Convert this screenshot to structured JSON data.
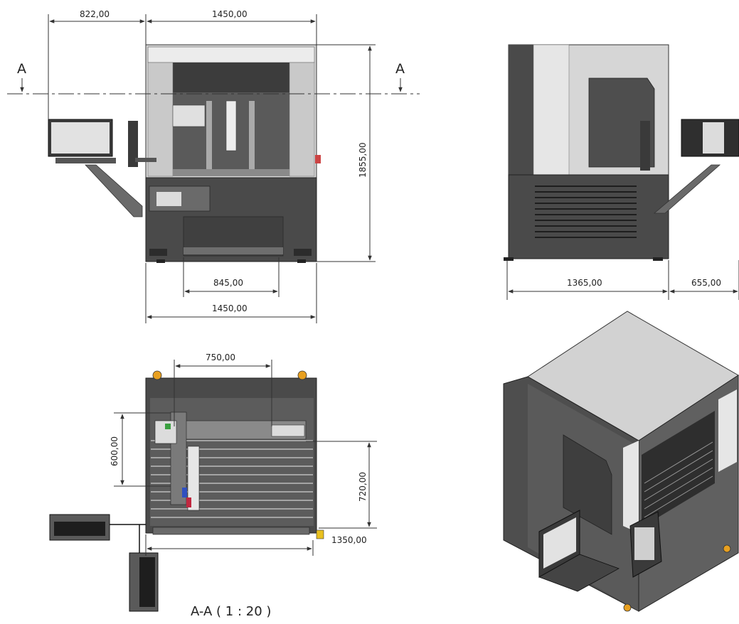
{
  "section_marker": "A",
  "section_title": "A-A ( 1 : 20 )",
  "front_view": {
    "dim_top_left": "822,00",
    "dim_top_width": "1450,00",
    "dim_height": "1855,00",
    "dim_opening": "845,00",
    "dim_bottom_width": "1450,00"
  },
  "side_view": {
    "dim_depth": "1365,00",
    "dim_arm": "655,00"
  },
  "section_view": {
    "dim_x_travel": "750,00",
    "dim_y_travel": "600,00",
    "dim_z": "720,00",
    "dim_width": "1350,00"
  },
  "colors": {
    "body_dark": "#4a4a4a",
    "panel_light": "#d6d6d6",
    "line": "#333333",
    "accent_orange": "#e8a020"
  }
}
